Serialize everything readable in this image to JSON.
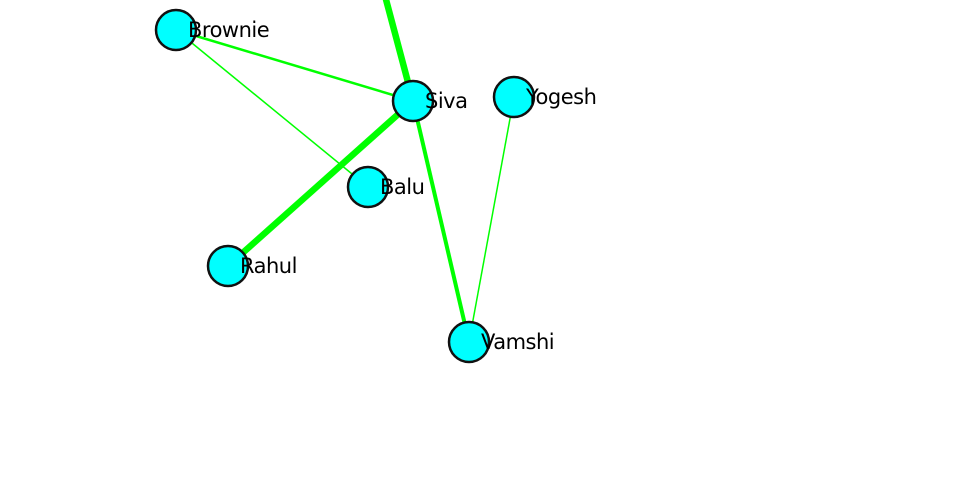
{
  "graph": {
    "node_color": "#00ffff",
    "node_stroke_color": "#111111",
    "edge_color": "#00ff00",
    "nodes": [
      {
        "id": "brownie",
        "label": "Brownie"
      },
      {
        "id": "siva",
        "label": "Siva"
      },
      {
        "id": "yogesh",
        "label": "Yogesh"
      },
      {
        "id": "balu",
        "label": "Balu"
      },
      {
        "id": "rahul",
        "label": "Rahul"
      },
      {
        "id": "vamshi",
        "label": "Vamshi"
      }
    ],
    "edges": [
      {
        "source": "siva",
        "target": "offscreen-top",
        "weight": 5
      },
      {
        "source": "brownie",
        "target": "siva",
        "weight": 2
      },
      {
        "source": "brownie",
        "target": "balu",
        "weight": 1
      },
      {
        "source": "siva",
        "target": "rahul",
        "weight": 5
      },
      {
        "source": "siva",
        "target": "vamshi",
        "weight": 3
      },
      {
        "source": "yogesh",
        "target": "vamshi",
        "weight": 1
      }
    ]
  }
}
